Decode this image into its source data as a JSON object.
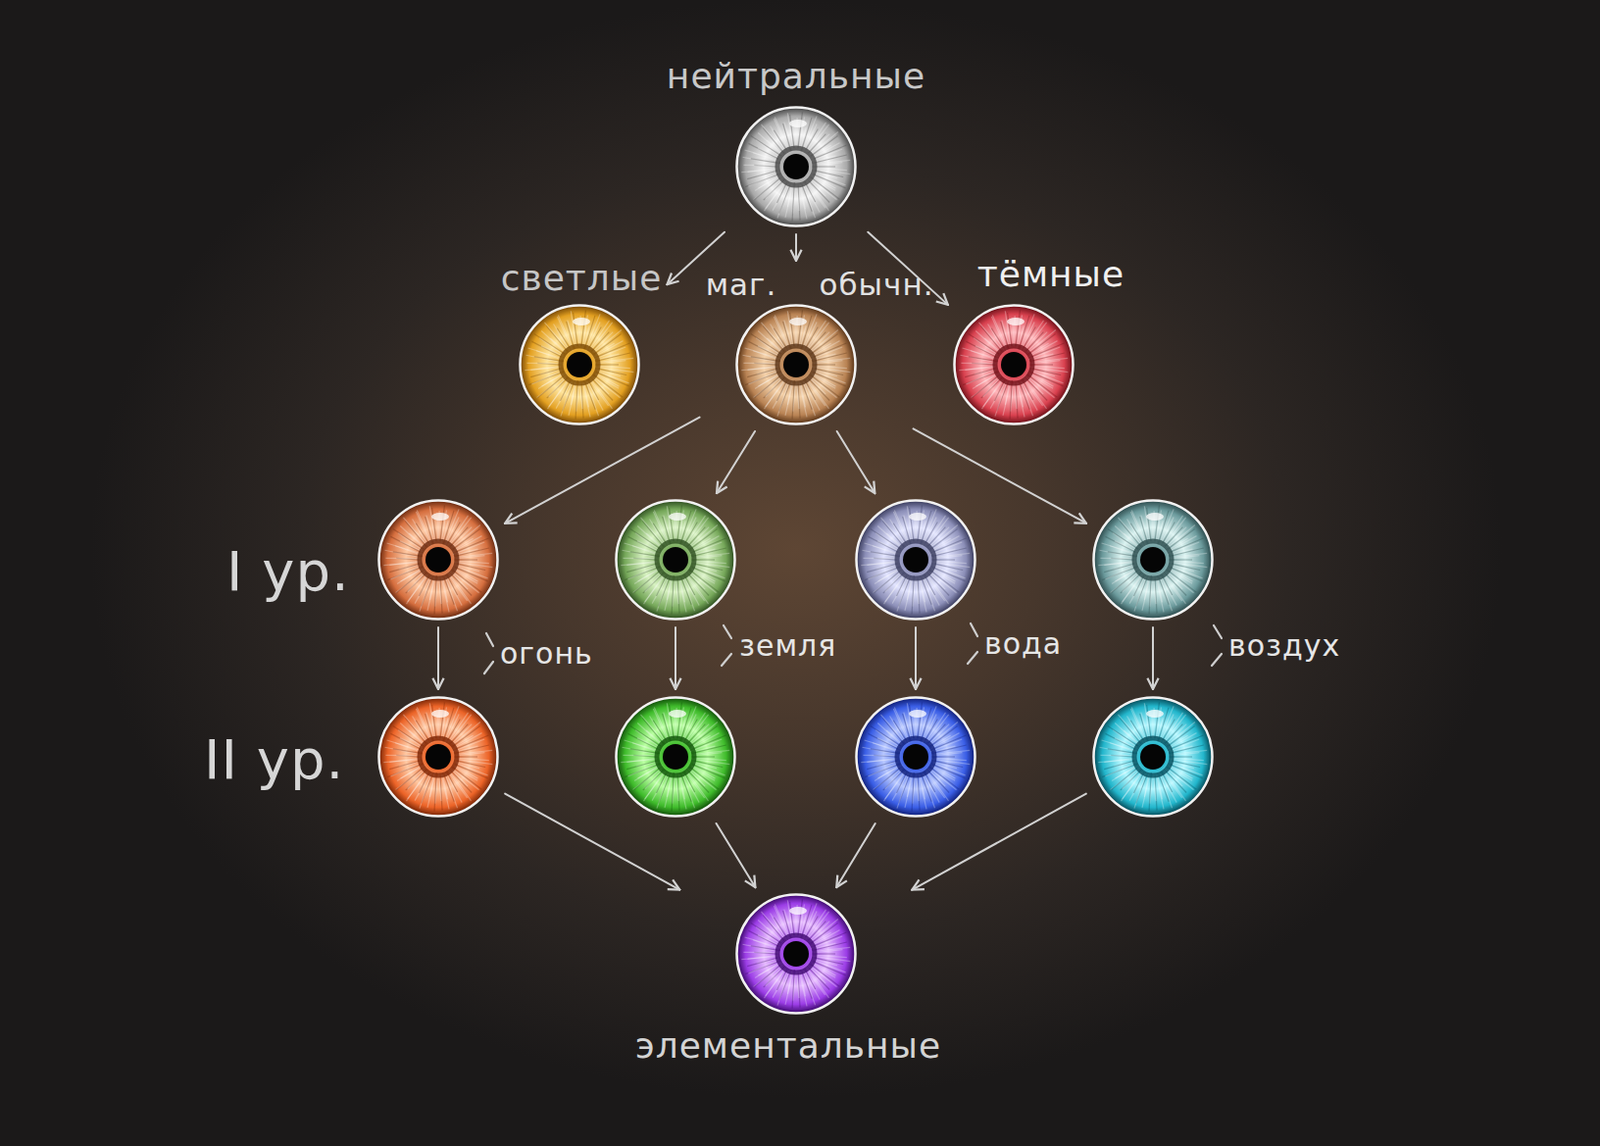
{
  "diagram": {
    "nodes": [
      {
        "text": [
          "нейтральные"
        ]
      },
      {
        "text": [
          "светлые"
        ]
      },
      {
        "text": [
          "маг.",
          "обычн."
        ]
      },
      {
        "text": [
          "тёмные"
        ]
      },
      {
        "text": []
      },
      {
        "text": []
      },
      {
        "text": []
      },
      {
        "text": []
      },
      {
        "text": []
      },
      {
        "text": []
      },
      {
        "text": []
      },
      {
        "text": []
      },
      {
        "text": [
          "элементальные"
        ]
      }
    ],
    "edges": [
      {
        "from": 0,
        "to": 1,
        "arrow": "to"
      },
      {
        "from": 0,
        "to": 2,
        "arrow": "to"
      },
      {
        "from": 0,
        "to": 3,
        "arrow": "to"
      },
      {
        "from": 2,
        "to": 4,
        "arrow": "to"
      },
      {
        "from": 2,
        "to": 5,
        "arrow": "to"
      },
      {
        "from": 2,
        "to": 6,
        "arrow": "to"
      },
      {
        "from": 2,
        "to": 7,
        "arrow": "to"
      },
      {
        "from": 4,
        "to": 8,
        "arrow": "to"
      },
      {
        "from": 5,
        "to": 9,
        "arrow": "to"
      },
      {
        "from": 6,
        "to": 10,
        "arrow": "to"
      },
      {
        "from": 7,
        "to": 11,
        "arrow": "to"
      },
      {
        "from": 8,
        "to": 12,
        "arrow": "to"
      },
      {
        "from": 9,
        "to": 12,
        "arrow": "to"
      },
      {
        "from": 10,
        "to": 12,
        "arrow": "to"
      },
      {
        "from": 11,
        "to": 12,
        "arrow": "to"
      }
    ],
    "labels": [
      "I ур.",
      "II ур.",
      "огонь",
      "земля",
      "вода",
      "воздух"
    ]
  }
}
